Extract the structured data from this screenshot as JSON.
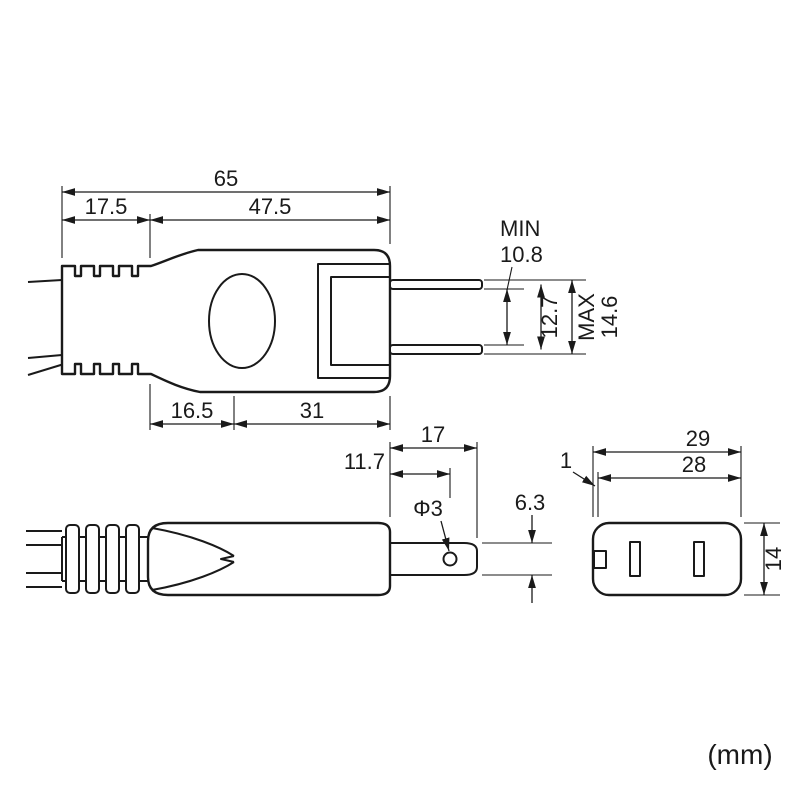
{
  "meta": {
    "unit_note": "(mm)",
    "ink_color": "#1a1a1a",
    "background_color": "#ffffff",
    "drawing_type": "dimensioned technical drawing of a 2-pin swing power plug"
  },
  "side_view": {
    "overall_length": "65",
    "boot_length": "17.5",
    "body_length": "47.5",
    "pin_gap_min_label": "MIN",
    "pin_gap_min": "10.8",
    "pin_pitch": "12.7",
    "pin_span_max_label": "MAX",
    "pin_span_max": "14.6",
    "body_front_length": "16.5",
    "body_rear_length": "31"
  },
  "top_view": {
    "pin_length": "17",
    "hole_offset": "11.7",
    "hole_diameter": "Φ3",
    "pin_width": "6.3"
  },
  "front_view": {
    "body_width": "29",
    "inner_width": "28",
    "edge_thickness": "1",
    "body_height": "14"
  }
}
